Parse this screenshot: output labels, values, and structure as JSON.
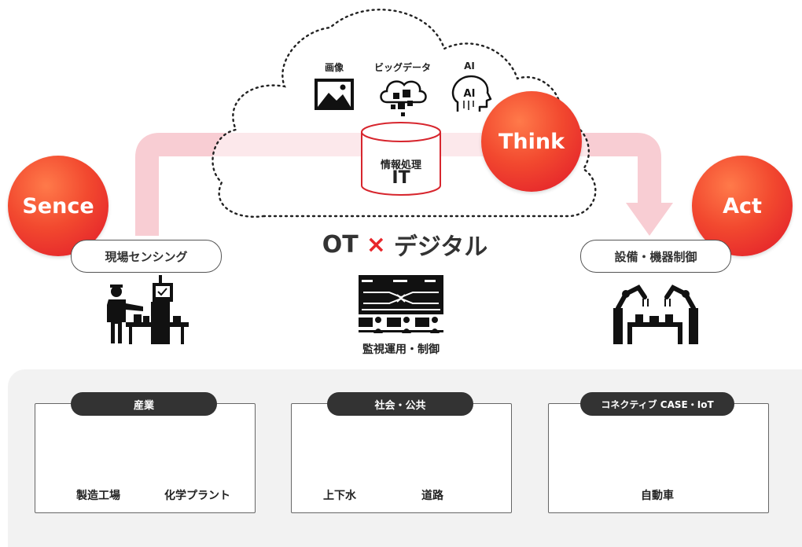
{
  "cloud": {
    "items": [
      {
        "label": "画像",
        "icon": "image-icon"
      },
      {
        "label": "ビッグデータ",
        "icon": "big-data-icon"
      },
      {
        "label": "AI",
        "icon": "ai-head-icon"
      }
    ],
    "database": {
      "label": "情報処理",
      "sub_label": "IT",
      "icon": "database-icon"
    }
  },
  "stages": [
    {
      "badge": "Sence",
      "pill": "現場センシング",
      "icon": "factory-sensing-icon"
    },
    {
      "badge": "Think"
    },
    {
      "badge": "Act",
      "pill": "設備・機器制御",
      "icon": "robot-arms-icon"
    }
  ],
  "center": {
    "title_left": "OT",
    "title_cross": "×",
    "title_right": "デジタル",
    "monitor_label": "監視運用・制御",
    "icon": "control-room-icon"
  },
  "categories": [
    {
      "title": "産業",
      "items": [
        {
          "label": "製造工場",
          "icon": "factory-robot-icon"
        },
        {
          "label": "化学プラント",
          "icon": "chemical-plant-icon"
        }
      ]
    },
    {
      "title": "社会・公共",
      "items": [
        {
          "label": "上下水",
          "icon": "water-faucet-icon"
        },
        {
          "label": "道路",
          "icon": "road-icon"
        }
      ]
    },
    {
      "title": "コネクティブ CASE・IoT",
      "items": [
        {
          "label": "自動車",
          "icon": "connected-car-icon"
        }
      ]
    }
  ],
  "colors": {
    "accent": "#e8262b",
    "arrow": "#f8cdd3",
    "dark": "#222222",
    "panel": "#f2f2f2"
  }
}
